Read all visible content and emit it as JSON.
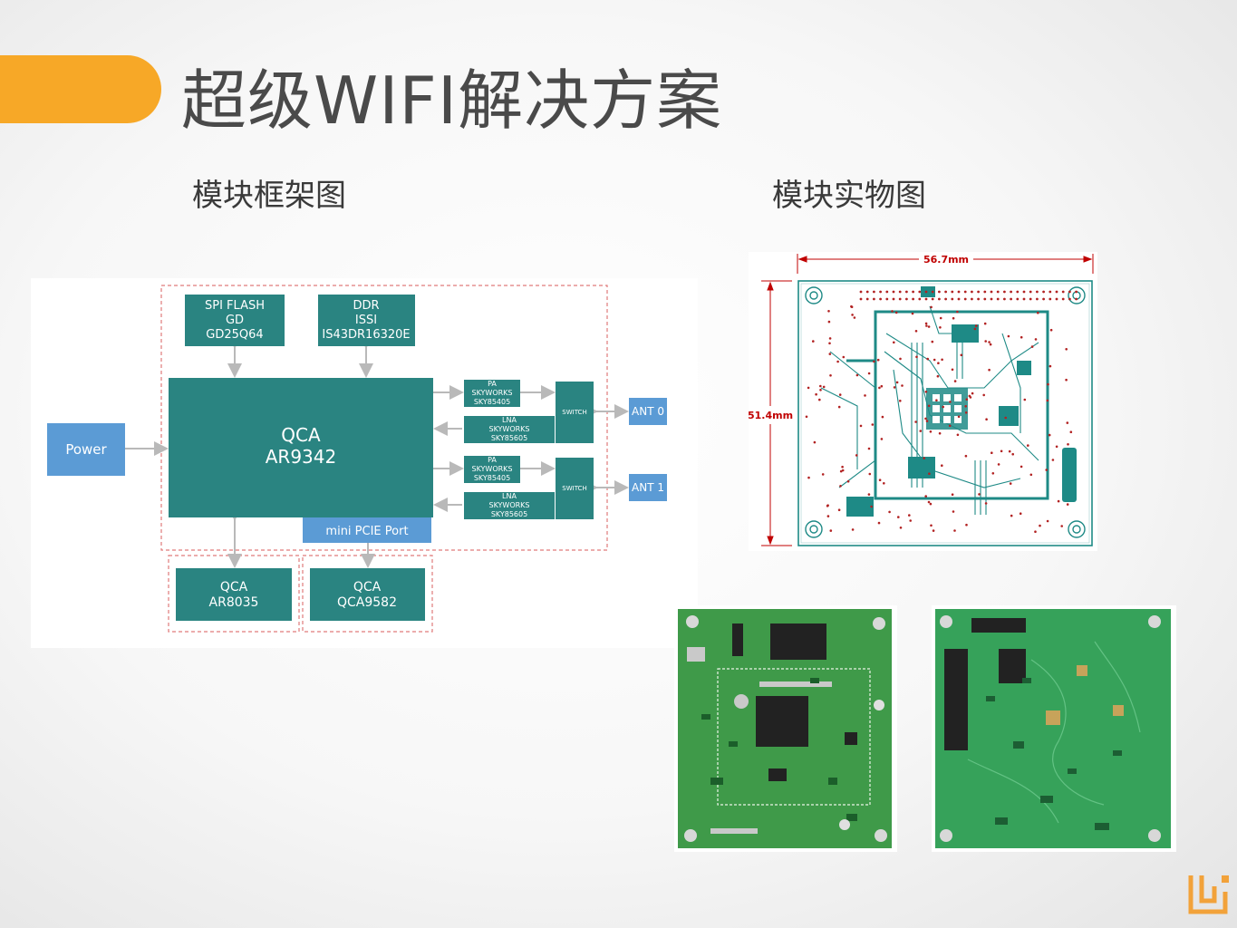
{
  "title": "超级WIFI解决方案",
  "captions": {
    "block_diagram": "模块框架图",
    "physical": "模块实物图"
  },
  "diagram": {
    "power": "Power",
    "cpu": {
      "line1": "QCA",
      "line2": "AR9342"
    },
    "pcie": "mini PCIE Port",
    "spi_flash": {
      "line1": "SPI FLASH",
      "line2": "GD",
      "line3": "GD25Q64"
    },
    "ddr": {
      "line1": "DDR",
      "line2": "ISSI",
      "line3": "IS43DR16320E"
    },
    "pa1": {
      "line1": "PA",
      "line2": "SKYWORKS",
      "line3": "SKY85405"
    },
    "lna1": {
      "line1": "LNA",
      "line2": "SKYWORKS",
      "line3": "SKY85605"
    },
    "pa2": {
      "line1": "PA",
      "line2": "SKYWORKS",
      "line3": "SKY85405"
    },
    "lna2": {
      "line1": "LNA",
      "line2": "SKYWORKS",
      "line3": "SKY85605"
    },
    "switch": "SWITCH",
    "ant0": "ANT 0",
    "ant1": "ANT 1",
    "ar8035": {
      "line1": "QCA",
      "line2": "AR8035"
    },
    "qca9582": {
      "line1": "QCA",
      "line2": "QCA9582"
    }
  },
  "pcb_dimensions": {
    "width": "56.7mm",
    "height": "51.4mm"
  },
  "colors": {
    "accent": "#f7a827",
    "block": "#2a8481",
    "power_block": "#5b9bd5",
    "pcb_green": "#2e9a4d",
    "dimension_red": "#c00000",
    "trace": "#1e8a86",
    "logo": "#f2a23a"
  }
}
